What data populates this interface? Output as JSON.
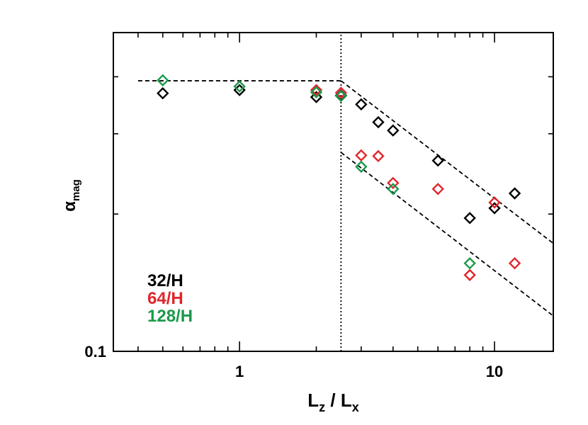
{
  "chart_data": {
    "type": "scatter",
    "title": "",
    "xlabel": {
      "main": "L",
      "sub1": "z",
      "sep": " / L",
      "sub2": "x"
    },
    "ylabel": {
      "main": "α",
      "sub": "mag"
    },
    "x_scale": "log",
    "y_scale": "log",
    "xlim": [
      0.32,
      17
    ],
    "ylim": [
      0.1,
      0.5
    ],
    "x_tick_labels": [
      {
        "value": 1,
        "label": "1"
      },
      {
        "value": 10,
        "label": "10"
      }
    ],
    "y_tick_labels": [
      {
        "value": 0.1,
        "label": "0.1"
      }
    ],
    "x_major_ticks": [
      1,
      10
    ],
    "x_minor_ticks": [
      0.4,
      0.5,
      0.6,
      0.7,
      0.8,
      0.9,
      2,
      3,
      4,
      5,
      6,
      7,
      8,
      9
    ],
    "y_ticks": [
      0.2,
      0.3,
      0.4
    ],
    "grid": false,
    "legend_position": "bottom-left",
    "series": [
      {
        "name": "32/H",
        "color": "#000000",
        "marker": "diamond",
        "points": [
          [
            0.5,
            0.368
          ],
          [
            1.0,
            0.374
          ],
          [
            2.0,
            0.361
          ],
          [
            2.5,
            0.364
          ],
          [
            3.0,
            0.348
          ],
          [
            3.5,
            0.318
          ],
          [
            4.0,
            0.305
          ],
          [
            6.0,
            0.262
          ],
          [
            8.0,
            0.196
          ],
          [
            10.0,
            0.206
          ],
          [
            12.0,
            0.222
          ]
        ]
      },
      {
        "name": "64/H",
        "color": "#e0262b",
        "marker": "diamond",
        "points": [
          [
            2.0,
            0.374
          ],
          [
            2.5,
            0.369
          ],
          [
            3.0,
            0.269
          ],
          [
            3.5,
            0.268
          ],
          [
            4.0,
            0.234
          ],
          [
            6.0,
            0.227
          ],
          [
            8.0,
            0.147
          ],
          [
            10.0,
            0.212
          ],
          [
            12.0,
            0.156
          ]
        ]
      },
      {
        "name": "128/H",
        "color": "#1a9a4a",
        "marker": "diamond",
        "points": [
          [
            0.5,
            0.393
          ],
          [
            1.0,
            0.381
          ],
          [
            2.0,
            0.37
          ],
          [
            2.5,
            0.363
          ],
          [
            3.0,
            0.254
          ],
          [
            4.0,
            0.227
          ],
          [
            8.0,
            0.156
          ]
        ]
      }
    ],
    "reference_lines": [
      {
        "style": "dashed",
        "points": [
          [
            0.4,
            0.392
          ],
          [
            2.5,
            0.392
          ]
        ]
      },
      {
        "style": "dashed",
        "points": [
          [
            2.5,
            0.392
          ],
          [
            17,
            0.1725
          ]
        ]
      },
      {
        "style": "dashed",
        "points": [
          [
            2.5,
            0.273
          ],
          [
            17,
            0.1196
          ]
        ]
      },
      {
        "style": "dotted",
        "points": [
          [
            2.5,
            0.1
          ],
          [
            2.5,
            0.5
          ]
        ]
      }
    ]
  }
}
